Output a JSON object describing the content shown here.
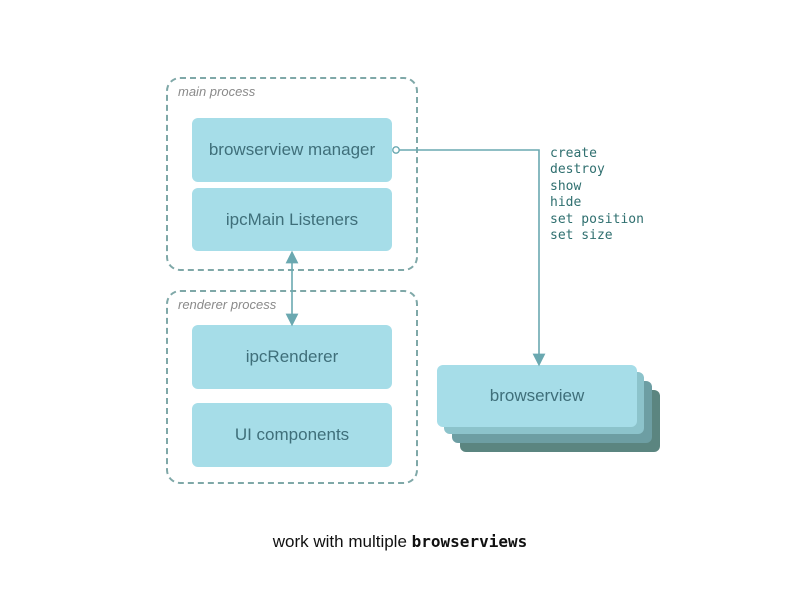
{
  "groups": {
    "main_process": "main process",
    "renderer_process": "renderer process"
  },
  "boxes": {
    "browserview_manager": "browserview manager",
    "ipcmain_listeners": "ipcMain Listeners",
    "ipcrenderer": "ipcRenderer",
    "ui_components": "UI components",
    "browserview": "browserview"
  },
  "commands": [
    "create",
    "destroy",
    "show",
    "hide",
    "set position",
    "set size"
  ],
  "caption": {
    "prefix": "work with multiple ",
    "emphasis": "browserviews"
  },
  "colors": {
    "box_fill": "#a6dde8",
    "box_text": "#3f6f7a",
    "dashed_border": "#7fa8a8",
    "connector": "#6aa8b0",
    "stack_layer_1": "#8cc3cb",
    "stack_layer_2": "#6d9ea3",
    "stack_layer_3": "#5b8580"
  }
}
